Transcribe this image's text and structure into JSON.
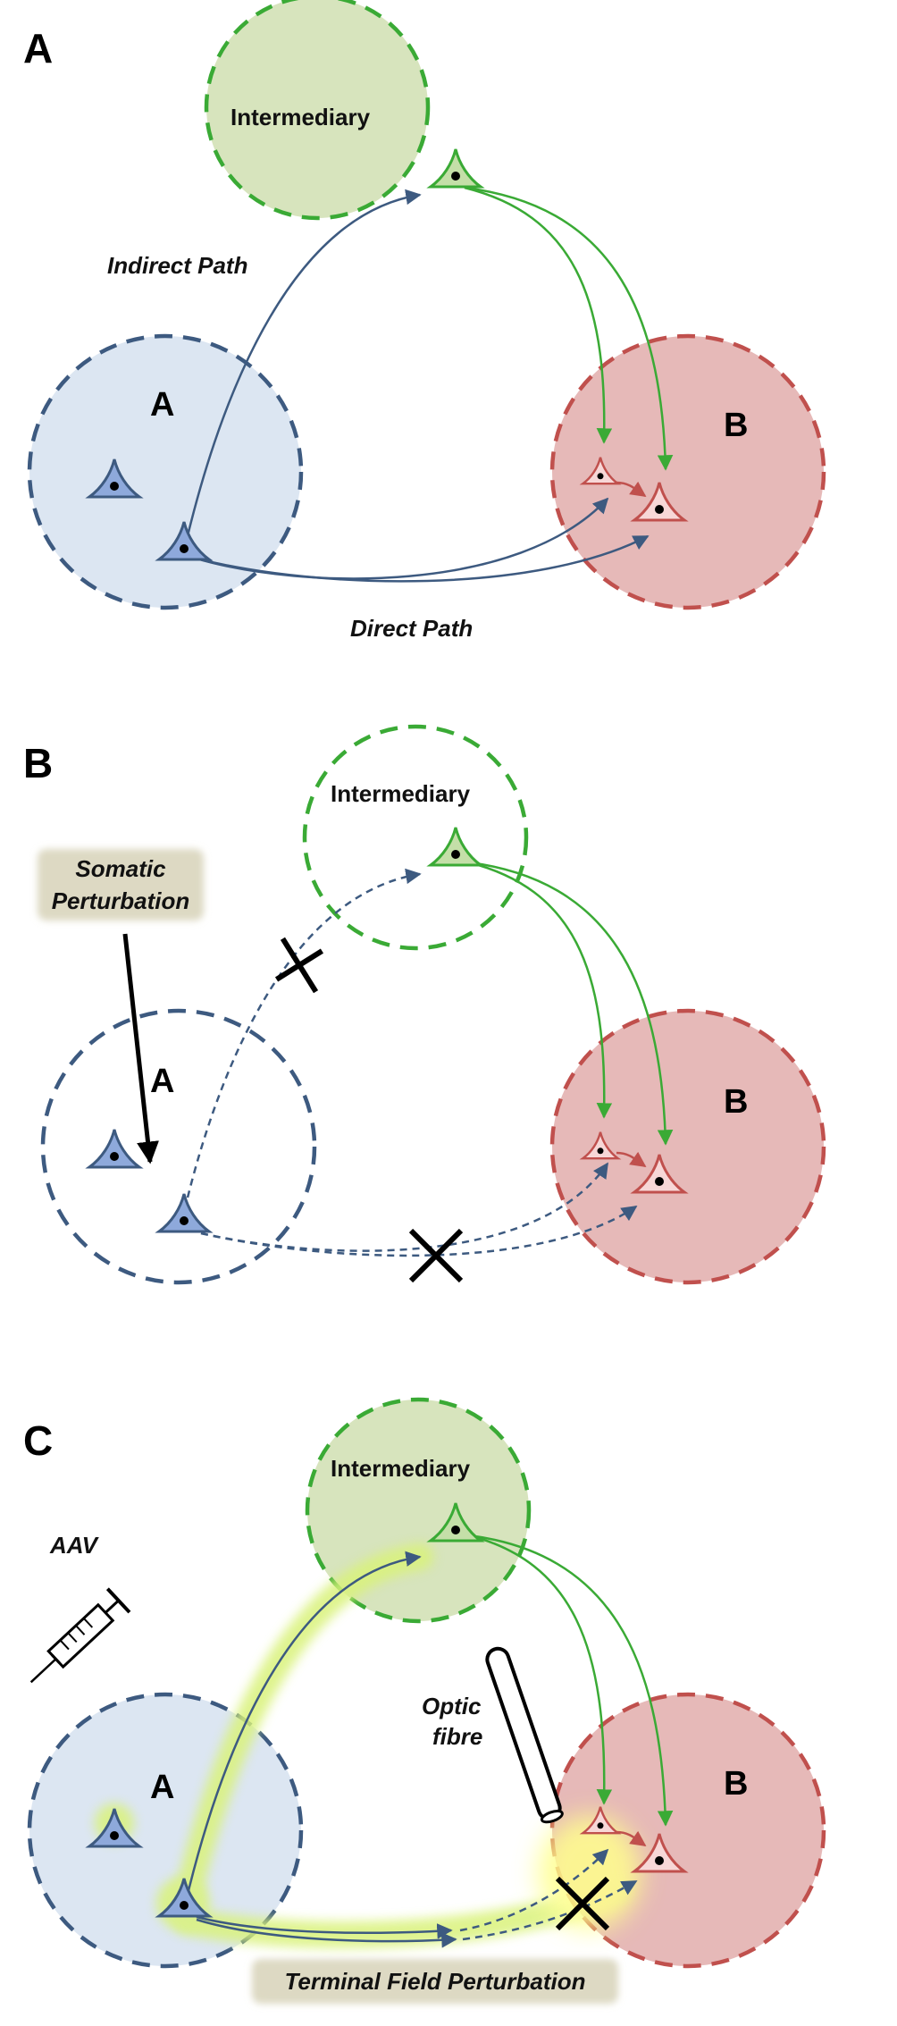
{
  "panels": [
    {
      "letter": "A",
      "intermediary_label": "Intermediary",
      "region_a_label": "A",
      "region_b_label": "B",
      "indirect_label": "Indirect Path",
      "direct_label": "Direct Path"
    },
    {
      "letter": "B",
      "intermediary_label": "Intermediary",
      "region_a_label": "A",
      "region_b_label": "B",
      "perturbation_label_line1": "Somatic",
      "perturbation_label_line2": "Perturbation"
    },
    {
      "letter": "C",
      "intermediary_label": "Intermediary",
      "region_a_label": "A",
      "region_b_label": "B",
      "aav_label": "AAV",
      "optic_label_line1": "Optic",
      "optic_label_line2": "fibre",
      "terminal_label": "Terminal Field Perturbation"
    }
  ],
  "colors": {
    "blue_stroke": "#3d5a80",
    "blue_fill": "#dce6f2",
    "green_stroke": "#3aaa35",
    "green_fill": "#d7e4bd",
    "red_stroke": "#c0504d",
    "red_fill": "#e6b9b8",
    "neuron_blue_fill": "#8ea9db",
    "label_highlight": "#ddd9c3",
    "glow": "#d9f27a"
  },
  "icons": [
    "neuron-icon",
    "syringe-icon",
    "optic-fibre-icon",
    "cross-icon"
  ]
}
